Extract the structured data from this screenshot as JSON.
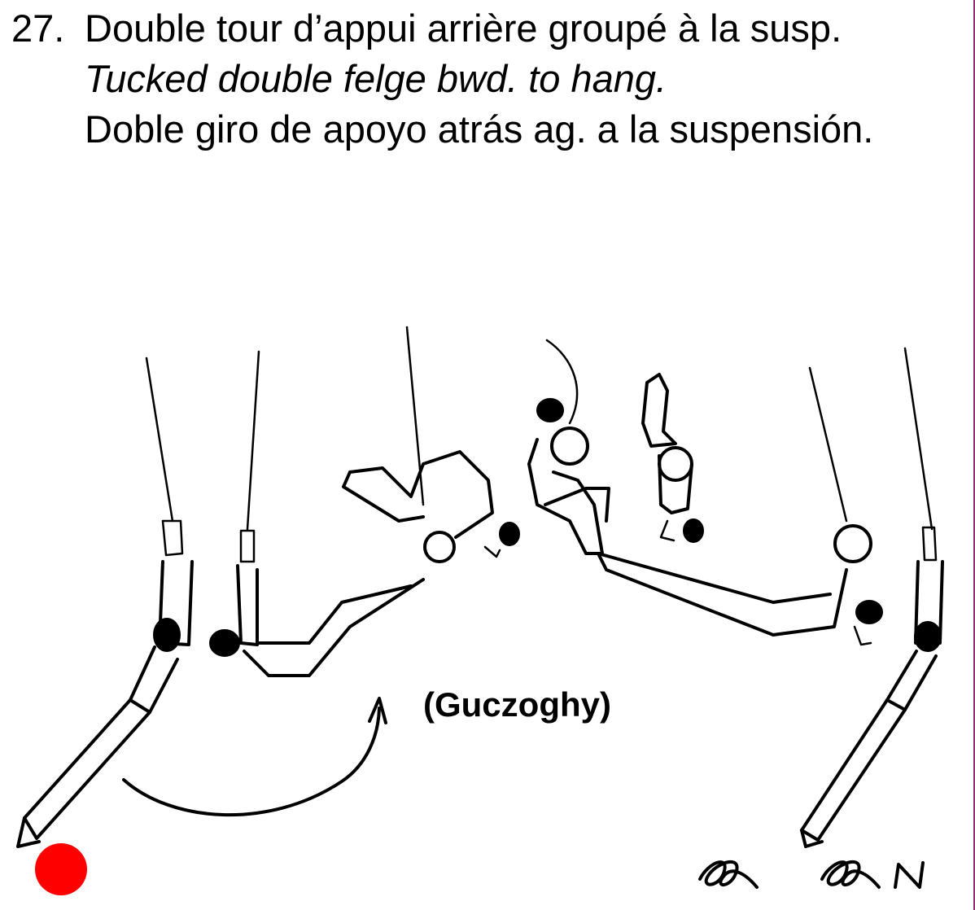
{
  "element": {
    "number": "27.",
    "name_fr": "Double tour d’appui arrière groupé à la susp.",
    "name_en": "Tucked double felge bwd. to hang.",
    "name_es": "Doble giro de apoyo atrás ag. a la suspensión."
  },
  "figure": {
    "skill_name": "(Guczoghy)",
    "signature": "ee ee N",
    "marker_color": "#ff0000",
    "accent_border_color": "#8a2f7a"
  }
}
